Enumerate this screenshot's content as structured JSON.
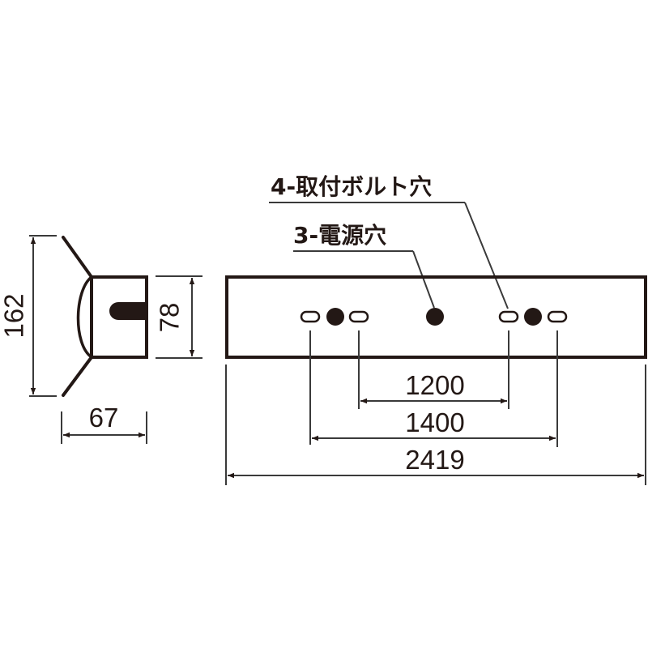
{
  "colors": {
    "stroke": "#231815",
    "dim_line": "#3a3a3a",
    "background": "#ffffff"
  },
  "side_view": {
    "height_label": "162",
    "body_height_label": "78",
    "width_label": "67"
  },
  "front_view": {
    "callouts": {
      "mounting_bolt_holes": "4-取付ボルト穴",
      "power_holes": "3-電源穴"
    },
    "dimensions": {
      "inner_span": "1200",
      "middle_span": "1400",
      "overall_length": "2419"
    }
  }
}
